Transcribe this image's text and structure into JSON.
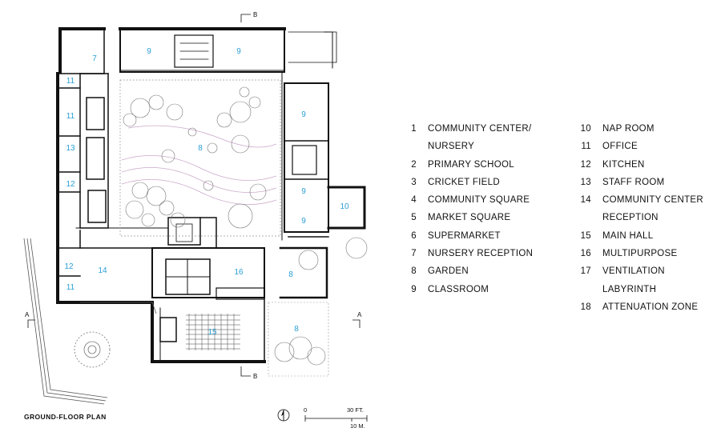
{
  "title": "GROUND-FLOOR PLAN",
  "rooms_on_plan": [
    "7",
    "9",
    "9",
    "11",
    "11",
    "13",
    "12",
    "8",
    "9",
    "9",
    "10",
    "12",
    "14",
    "11",
    "16",
    "8",
    "15",
    "8"
  ],
  "section_markers": {
    "b": "B",
    "a": "A"
  },
  "scale": {
    "zero": "0",
    "ft": "30 FT.",
    "m": "10 M."
  },
  "legend_left": [
    {
      "num": "1",
      "label": "COMMUNITY CENTER/ NURSERY"
    },
    {
      "num": "2",
      "label": "PRIMARY SCHOOL"
    },
    {
      "num": "3",
      "label": "CRICKET FIELD"
    },
    {
      "num": "4",
      "label": "COMMUNITY SQUARE"
    },
    {
      "num": "5",
      "label": "MARKET SQUARE"
    },
    {
      "num": "6",
      "label": "SUPERMARKET"
    },
    {
      "num": "7",
      "label": "NURSERY RECEPTION"
    },
    {
      "num": "8",
      "label": "GARDEN"
    },
    {
      "num": "9",
      "label": "CLASSROOM"
    }
  ],
  "legend_right": [
    {
      "num": "10",
      "label": "NAP ROOM"
    },
    {
      "num": "11",
      "label": "OFFICE"
    },
    {
      "num": "12",
      "label": "KITCHEN"
    },
    {
      "num": "13",
      "label": "STAFF ROOM"
    },
    {
      "num": "14",
      "label": "COMMUNITY CENTER RECEPTION"
    },
    {
      "num": "15",
      "label": "MAIN HALL"
    },
    {
      "num": "16",
      "label": "MULTIPURPOSE"
    },
    {
      "num": "17",
      "label": "VENTILATION LABYRINTH"
    },
    {
      "num": "18",
      "label": "ATTENUATION ZONE"
    }
  ],
  "colors": {
    "room_label": "#2a9fd6",
    "wall": "#111111",
    "garden_hatch": "#c9a9c9"
  }
}
